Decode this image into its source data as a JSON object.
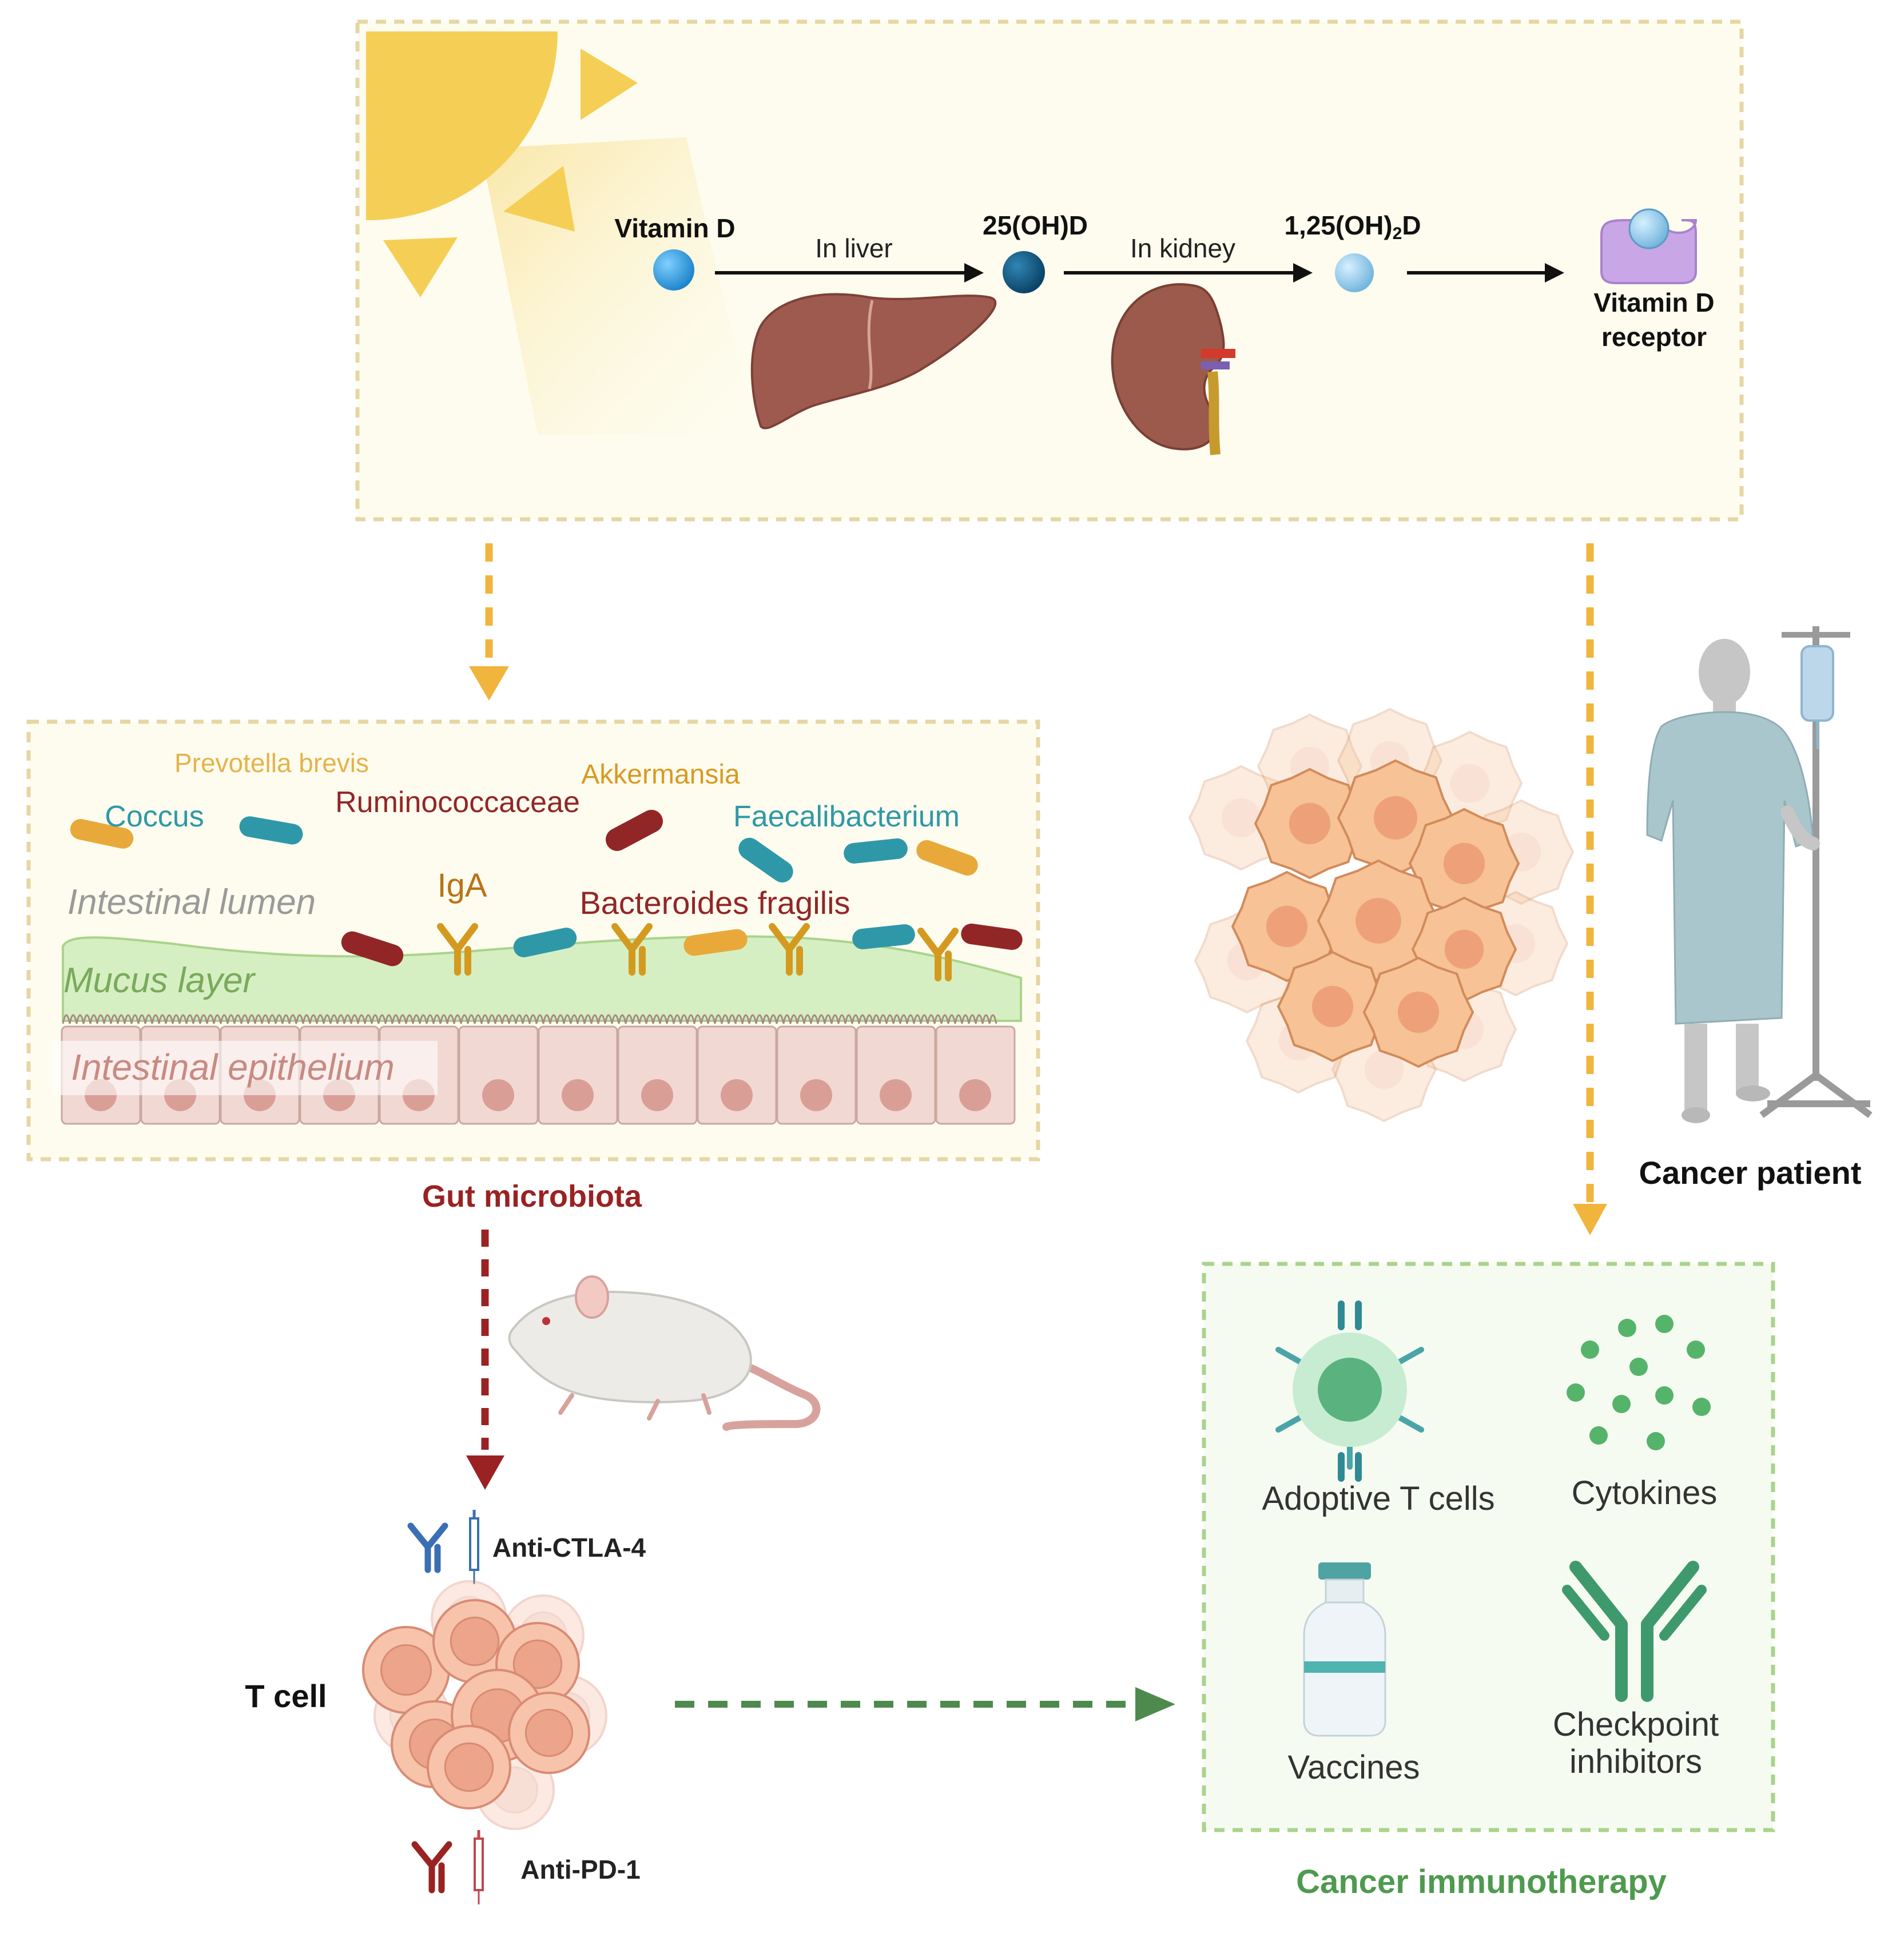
{
  "vitamin_d_pathway": {
    "vitamin_d": "Vitamin D",
    "in_liver": "In liver",
    "hydroxy_25": "25(OH)D",
    "in_kidney": "In kidney",
    "dihydroxy_pre": "1,25(OH)",
    "dihydroxy_sub": "2",
    "dihydroxy_post": "D",
    "receptor_line1": "Vitamin D",
    "receptor_line2": "receptor"
  },
  "gut": {
    "prevotella": "Prevotella brevis",
    "akkermansia": "Akkermansia",
    "coccus": "Coccus",
    "ruminococcaceae": "Ruminococcaceae",
    "faecalibacterium": "Faecalibacterium",
    "lumen": "Intestinal lumen",
    "iga": "IgA",
    "bacteroides": "Bacteroides fragilis",
    "mucus": "Mucus layer",
    "epithelium": "Intestinal epithelium",
    "caption": "Gut microbiota"
  },
  "tcell": {
    "label": "T cell",
    "anti_ctla4": "Anti-CTLA-4",
    "anti_pd1": "Anti-PD-1"
  },
  "patient": {
    "label": "Cancer patient"
  },
  "immunotherapy": {
    "adoptive": "Adoptive T cells",
    "cytokines": "Cytokines",
    "vaccines": "Vaccines",
    "checkpoint_line1": "Checkpoint",
    "checkpoint_line2": "inhibitors",
    "caption": "Cancer immunotherapy"
  },
  "colors": {
    "panel_fill": "#fdfcef",
    "panel_border": "#e6d6a3",
    "sun": "#f5cf55",
    "arrow_orange": "#f1b43c",
    "arrow_red": "#9a2222",
    "arrow_green": "#4e8a4e",
    "bacteria_orange": "#e8a93a",
    "bacteria_teal": "#2f98a8",
    "bacteria_red": "#922626",
    "immuno_green": "#3e9a6c"
  }
}
